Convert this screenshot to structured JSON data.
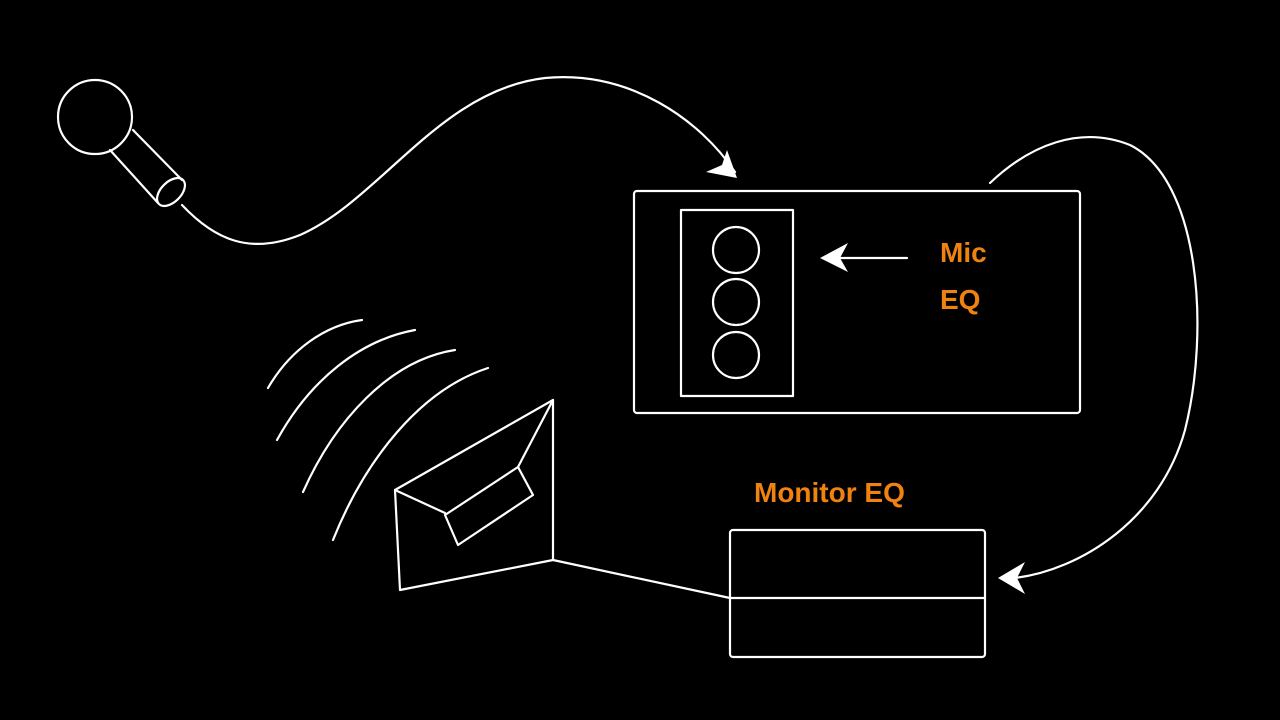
{
  "labels": {
    "mic_eq_line1": "Mic",
    "mic_eq_line2": "EQ",
    "monitor_eq": "Monitor EQ"
  },
  "colors": {
    "background": "#000000",
    "stroke": "#ffffff",
    "accent": "#F0820F"
  }
}
